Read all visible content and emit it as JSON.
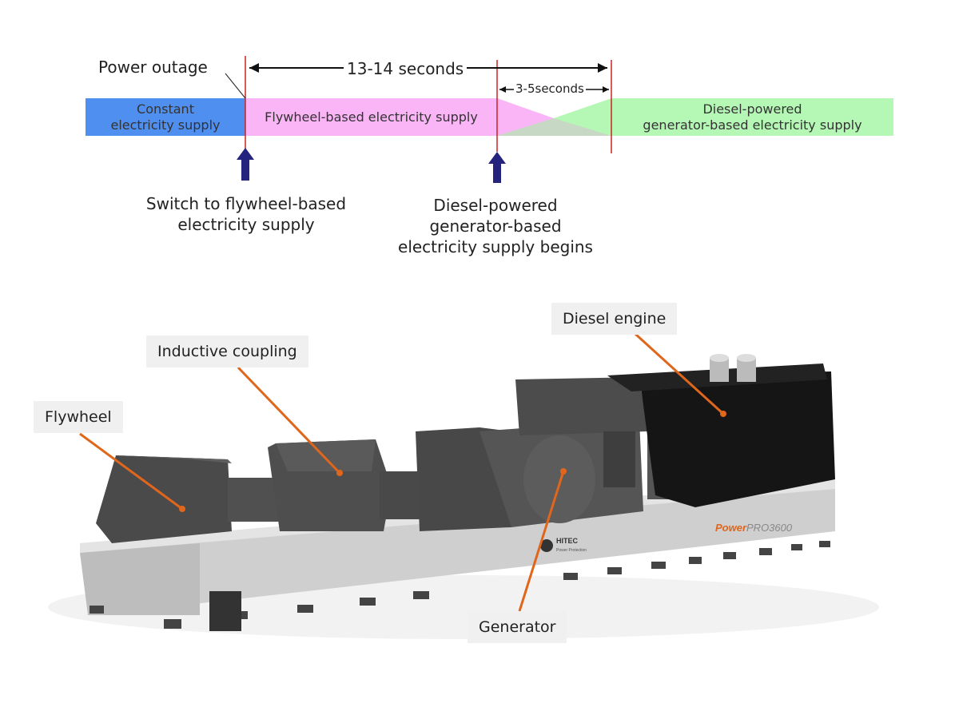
{
  "timeline": {
    "power_outage": "Power outage",
    "span_total": "13-14 seconds",
    "span_overlap": "3-5seconds",
    "segments": [
      {
        "line1": "Constant",
        "line2": "electricity supply",
        "color": "#4f8ff0"
      },
      {
        "line1": "Flywheel-based electricity supply",
        "color": "#f9b5f5"
      },
      {
        "line1": "Diesel-powered",
        "line2": "generator-based electricity supply",
        "color": "#b5f7b5"
      }
    ],
    "events": [
      {
        "line1": "Switch to flywheel-based",
        "line2": "electricity supply"
      },
      {
        "line1": "Diesel-powered",
        "line2": "generator-based",
        "line3": "electricity supply begins"
      }
    ],
    "marker_color": "#cc2222",
    "arrow_color": "#24247f"
  },
  "machine": {
    "labels": {
      "diesel_engine": "Diesel engine",
      "inductive_coupling": "Inductive coupling",
      "flywheel": "Flywheel",
      "generator": "Generator"
    },
    "brand": "PowerPRO3600",
    "maker": "HITEC",
    "maker_sub": "Power Protection",
    "leader_color": "#e0661c"
  }
}
